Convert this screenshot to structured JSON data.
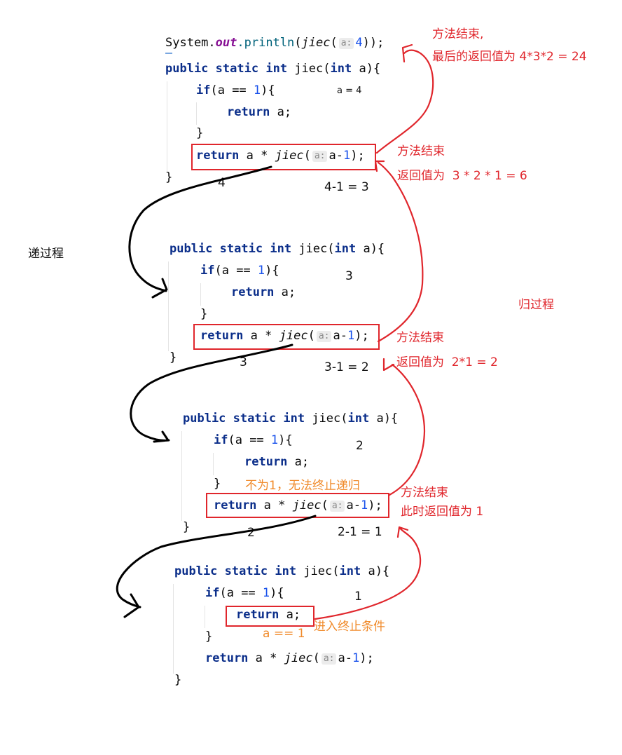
{
  "call_line": {
    "system": "System.",
    "out": "out",
    "println": ".println",
    "open": "(",
    "method": "jiec",
    "paren": "(",
    "hint": "a:",
    "arg": "4",
    "close": "));"
  },
  "code": {
    "public": "public",
    "static": "static",
    "int": "int",
    "signature": "jiec(",
    "param_type": "int",
    "param_tail": " a){",
    "if_kw": "if",
    "if_cond": "(a == ",
    "one": "1",
    "if_tail": "){",
    "return_kw": "return",
    "return_a": " a;",
    "close_brace": "}",
    "rec_mid": " a * ",
    "rec_method": "jiec",
    "rec_paren": "(",
    "hint": "a:",
    "rec_arg": "a-",
    "rec_tail": ");"
  },
  "annotations": {
    "end1_line1": "方法结束,",
    "end1_line2": "最后的返回值为 4*3*2 = 24",
    "a_eq_4": "a = 4",
    "end2_line1": "方法结束",
    "end2_line2": "返回值为  3 * 2 * 1 = 6",
    "label_4": "4",
    "calc_4": "4-1 = 3",
    "recursion_label": "递过程",
    "value_3": "3",
    "return_label": "归过程",
    "end3_line1": "方法结束",
    "end3_line2": "返回值为  2*1 = 2",
    "label_3": "3",
    "calc_3": "3-1 = 2",
    "value_2": "2",
    "not_one": "不为1，无法终止递归",
    "end4_line1": "方法结束",
    "end4_line2": "此时返回值为 1",
    "label_2": "2",
    "calc_2": "2-1 = 1",
    "value_1": "1",
    "enter_terminate": "进入终止条件",
    "a_eq_1": "a == 1"
  },
  "colors": {
    "red": "#e0262c",
    "orange": "#f08a2a",
    "keyword": "#0b2e8a",
    "number": "#1750eb"
  }
}
